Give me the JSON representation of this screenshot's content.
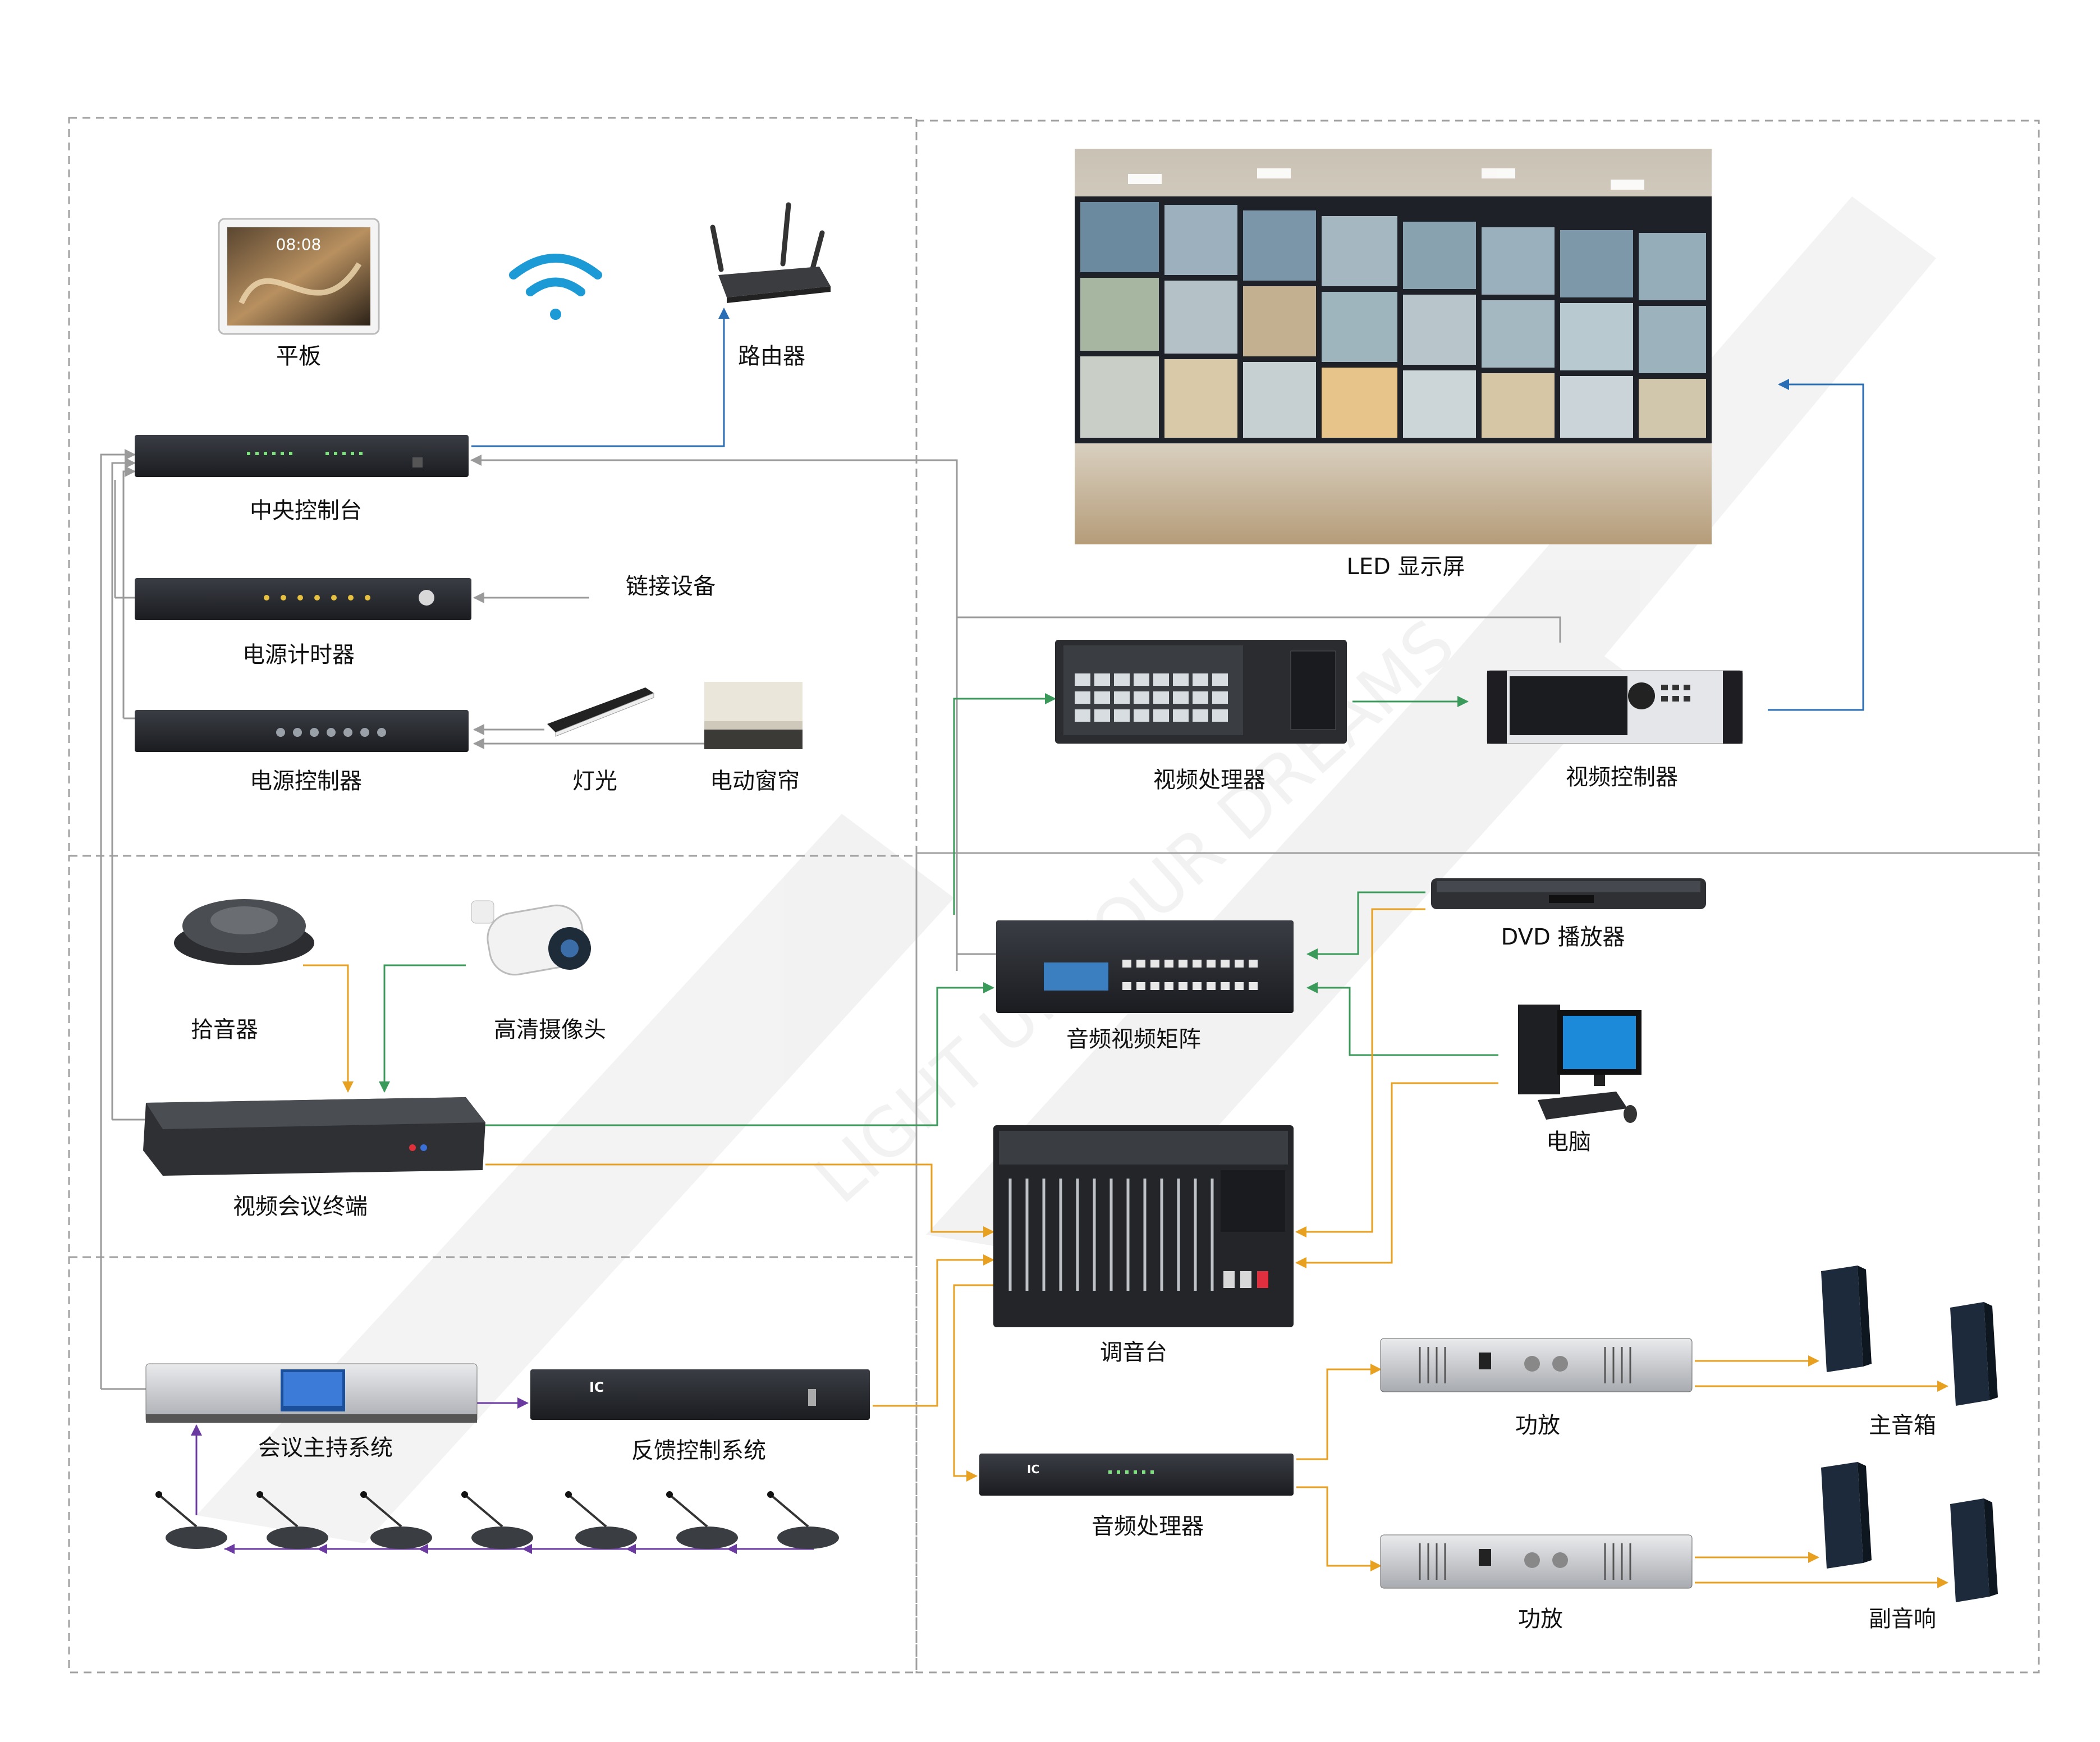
{
  "labels": {
    "tablet": "平板",
    "router": "路由器",
    "central_console": "中央控制台",
    "link_device": "链接设备",
    "power_timer": "电源计时器",
    "power_controller": "电源控制器",
    "light": "灯光",
    "curtain": "电动窗帘",
    "led_screen": "LED 显示屏",
    "video_processor": "视频处理器",
    "video_controller": "视频控制器",
    "pickup_mic": "拾音器",
    "hd_camera": "高清摄像头",
    "av_matrix": "音频视频矩阵",
    "dvd_player": "DVD  播放器",
    "computer": "电脑",
    "video_conf_terminal": "视频会议终端",
    "mixer": "调音台",
    "conf_host_system": "会议主持系统",
    "feedback_control_system": "反馈控制系统",
    "audio_processor": "音频处理器",
    "amp_main": "功放",
    "amp_sub": "功放",
    "main_speaker": "主音箱",
    "sub_speaker": "副音响"
  },
  "device_text": {
    "tablet_time": "08:08",
    "feedback_logo": "IC",
    "audio_proc_logo": "IC"
  },
  "watermark": "LIGHT UP YOUR DREAMS",
  "colors": {
    "gray_line": "#9a9a9a",
    "green_line": "#3a9a5a",
    "yellow_line": "#e8a020",
    "blue_line": "#2a6fb5",
    "purple_line": "#6a3aa0",
    "dash_border": "#a0a0a0"
  }
}
